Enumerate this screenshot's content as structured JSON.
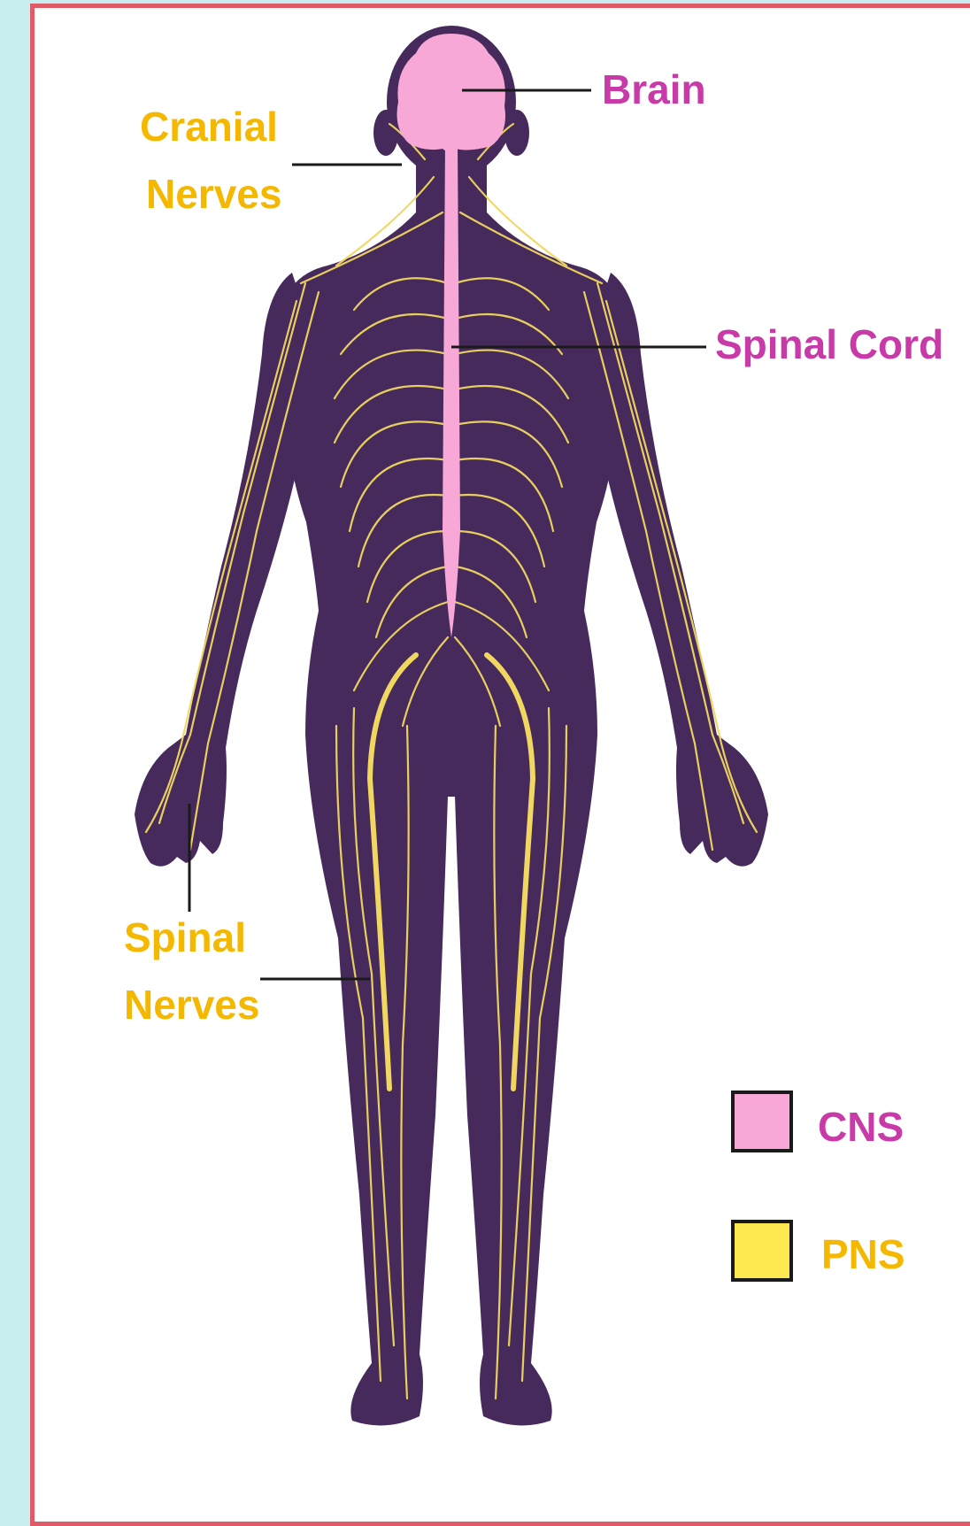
{
  "labels": {
    "brain": "Brain",
    "cranial_line1": "Cranial",
    "cranial_line2": "Nerves",
    "spinal_cord": "Spinal Cord",
    "spinal_line1": "Spinal",
    "spinal_line2": "Nerves"
  },
  "legend": [
    {
      "label": "CNS",
      "color": "#f7a8d6"
    },
    {
      "label": "PNS",
      "color": "#fde850"
    }
  ],
  "colors": {
    "body": "#472a5c",
    "nerves": "#f0d860",
    "cns": "#f7a8d6",
    "label_cns": "#c83aa8",
    "label_pns": "#f5b800",
    "frame_border": "#e05a68",
    "page_background": "#c8eef0"
  }
}
